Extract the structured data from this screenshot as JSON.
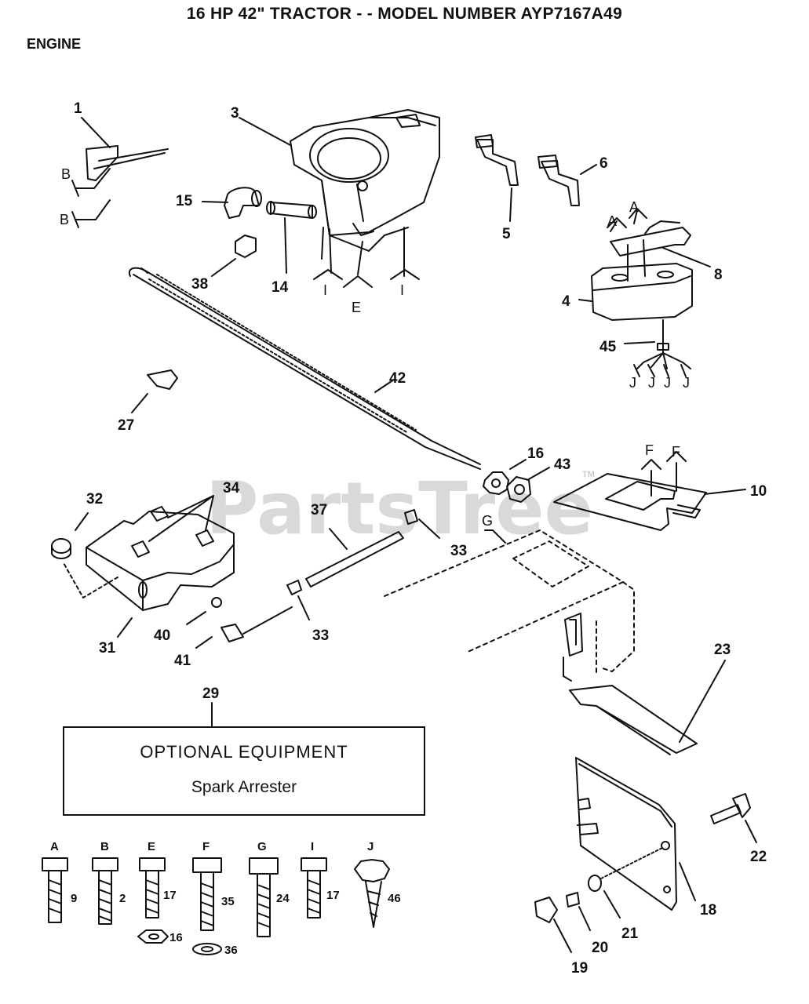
{
  "header": {
    "title": "16 HP 42\" TRACTOR - - MODEL NUMBER AYP7167A49",
    "section": "ENGINE"
  },
  "watermark": "PartsTree",
  "watermark_tm": "TM",
  "optional_box": {
    "heading": "OPTIONAL EQUIPMENT",
    "item": "Spark Arrester"
  },
  "callouts": [
    "1",
    "3",
    "15",
    "38",
    "14",
    "5",
    "6",
    "8",
    "4",
    "45",
    "42",
    "27",
    "16",
    "43",
    "10",
    "32",
    "34",
    "37",
    "33",
    "33",
    "31",
    "40",
    "41",
    "23",
    "29",
    "22",
    "18",
    "21",
    "20",
    "19"
  ],
  "letters": {
    "B": "B",
    "I": "I",
    "E": "E",
    "A": "A",
    "J": "J",
    "F": "F",
    "G": "G"
  },
  "hardware": [
    {
      "letter": "A",
      "part": "9"
    },
    {
      "letter": "B",
      "part": "2"
    },
    {
      "letter": "E",
      "part": "17"
    },
    {
      "letter": "F",
      "part": "35"
    },
    {
      "letter": "G",
      "part": "24"
    },
    {
      "letter": "I",
      "part": "17"
    },
    {
      "letter": "J",
      "part": "46"
    }
  ],
  "hardware_extras": [
    "16",
    "36"
  ]
}
